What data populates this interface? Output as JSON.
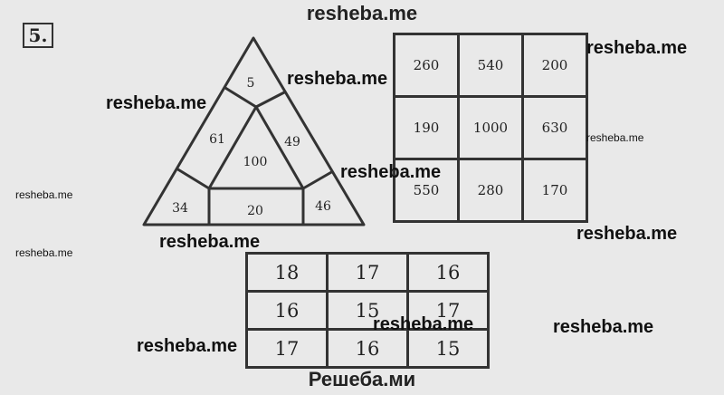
{
  "site_header": "resheba.me",
  "site_footer": "Решеба.ми",
  "task_number": "5.",
  "watermarks": [
    "resheba.me",
    "resheba.me",
    "resheba.me",
    "resheba.me",
    "resheba.me",
    "resheba.me",
    "resheba.me",
    "resheba.me",
    "resheba.me",
    "resheba.me",
    "resheba.me",
    "resheba.me"
  ],
  "triangle": {
    "top": "5",
    "left_mid": "61",
    "right_mid": "49",
    "center": "100",
    "bottom_left": "34",
    "bottom_middle": "20",
    "bottom_right": "46"
  },
  "grid_a": [
    [
      "260",
      "540",
      "200"
    ],
    [
      "190",
      "1000",
      "630"
    ],
    [
      "550",
      "280",
      "170"
    ]
  ],
  "grid_b": [
    [
      "18",
      "17",
      "16"
    ],
    [
      "16",
      "15",
      "17"
    ],
    [
      "17",
      "16",
      "15"
    ]
  ]
}
